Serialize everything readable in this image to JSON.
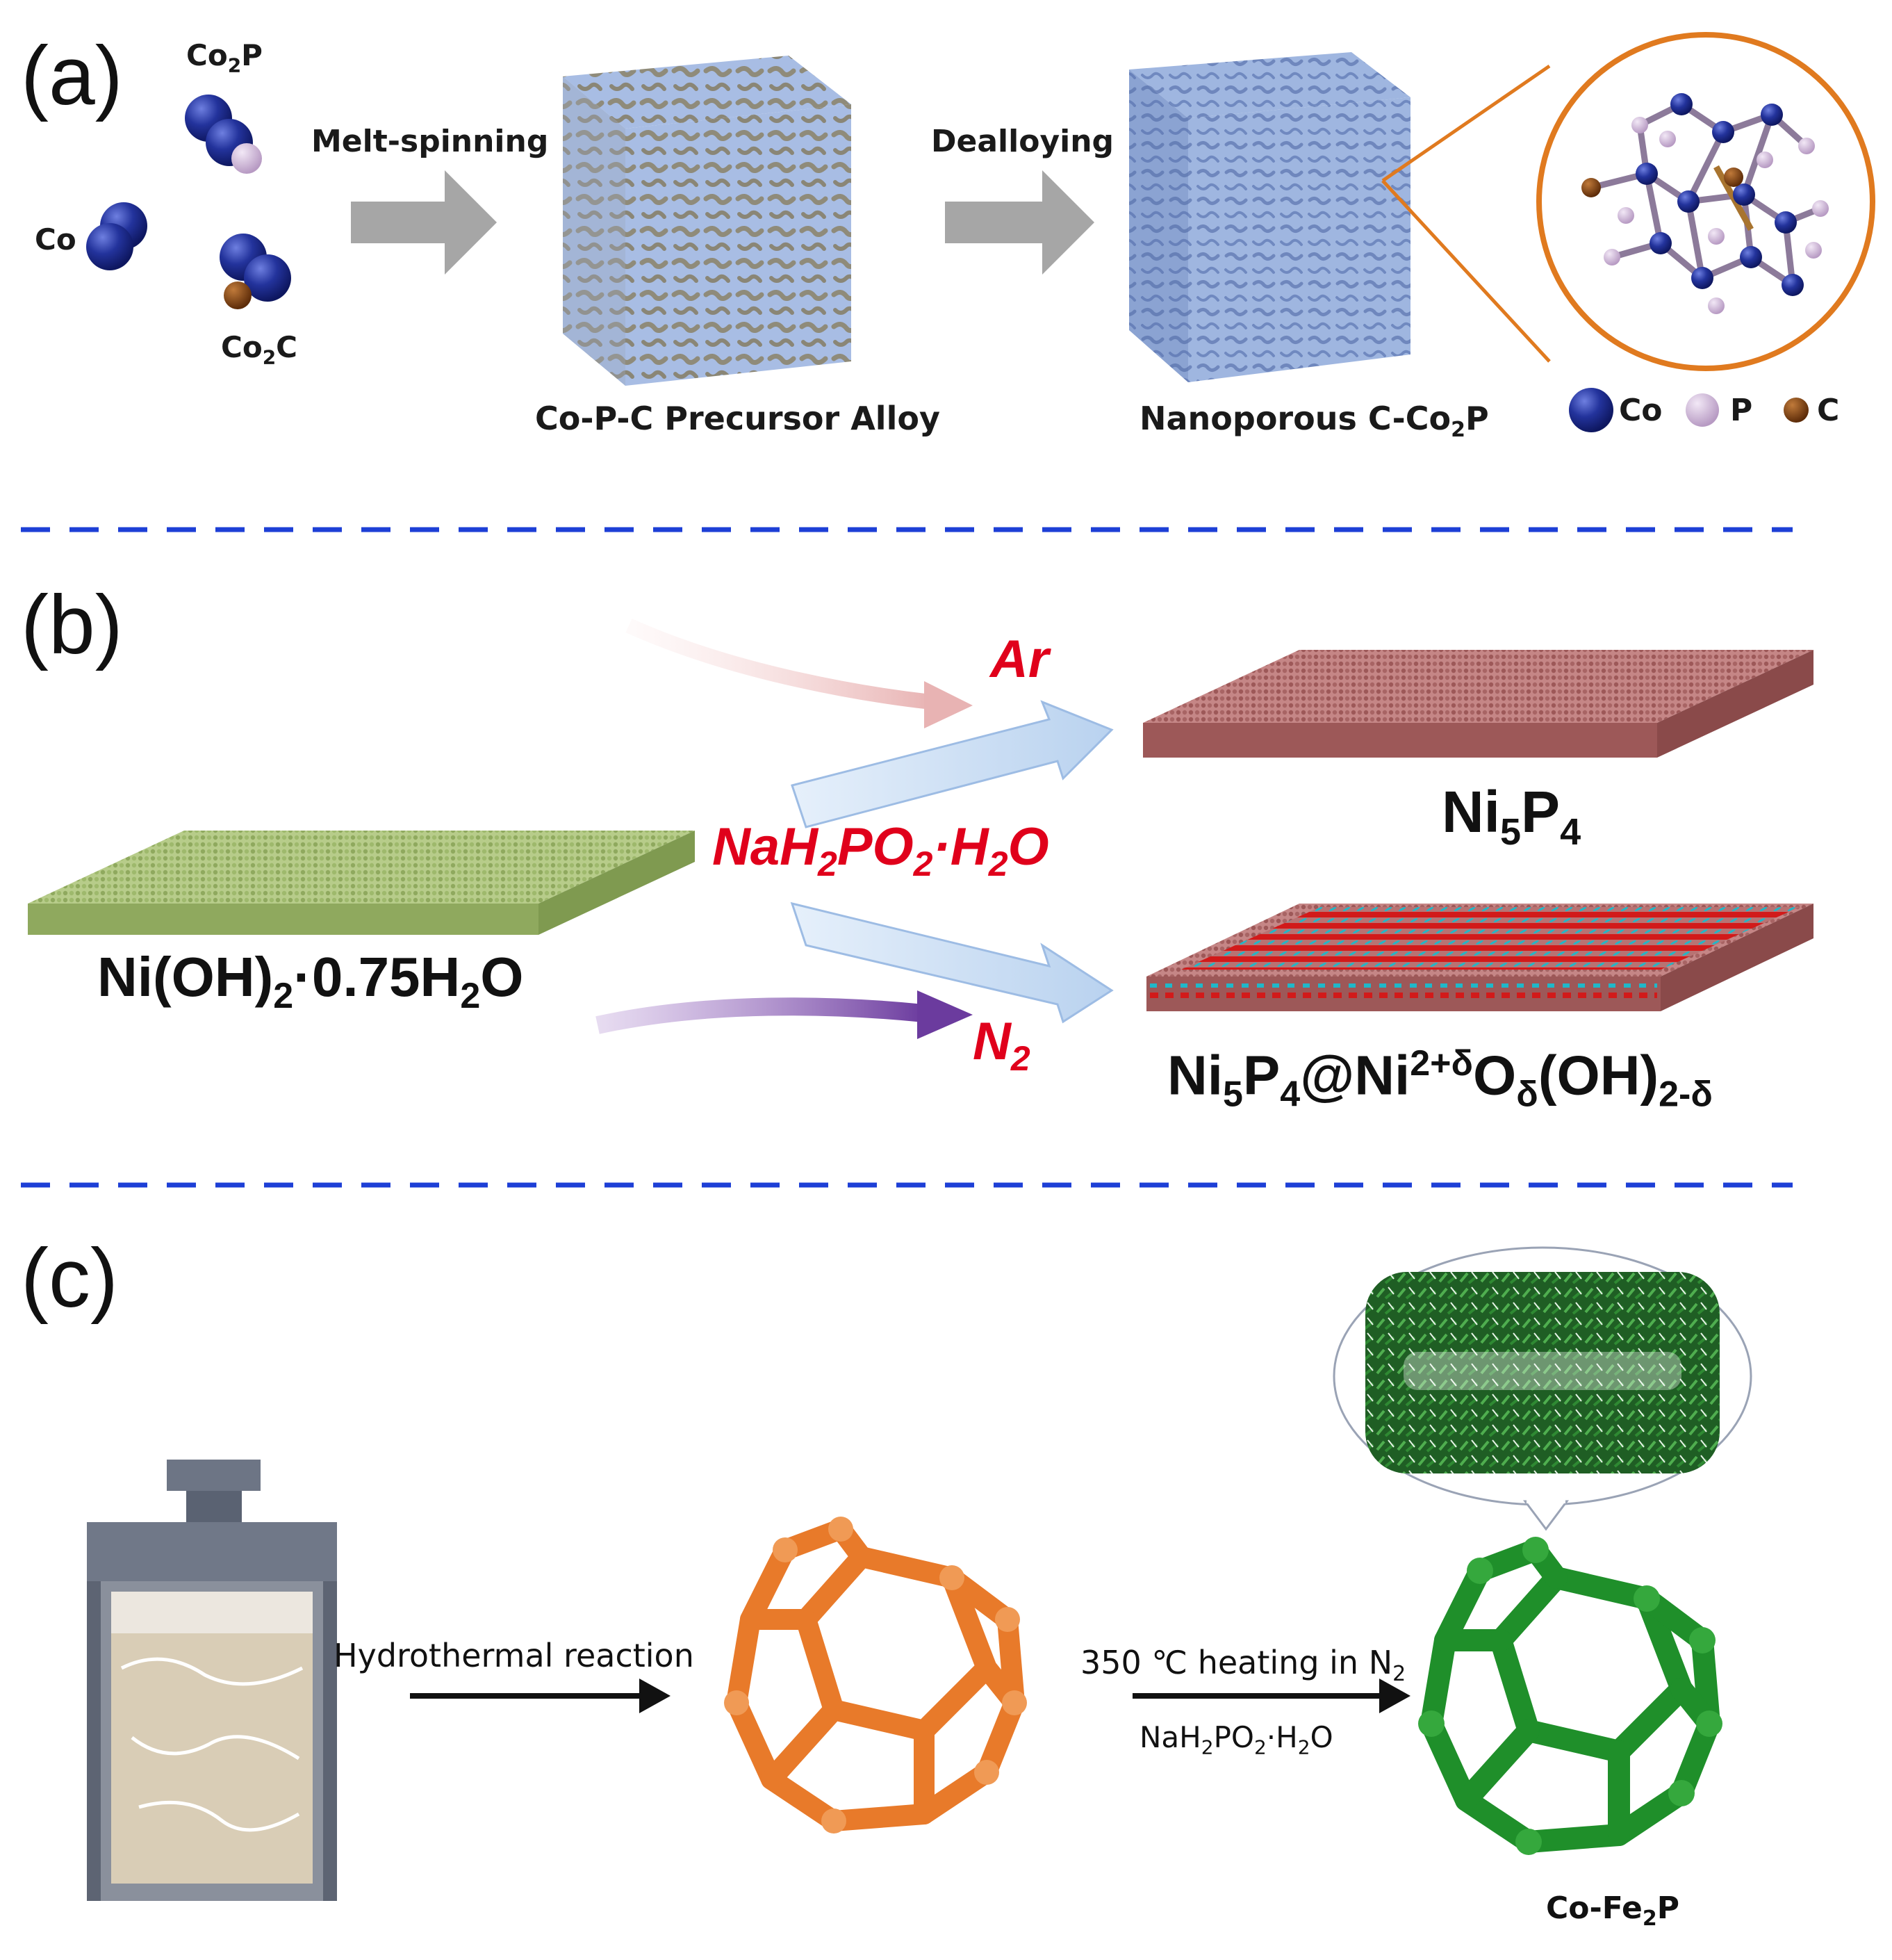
{
  "panel_a": {
    "letter": "(a)",
    "co2p": {
      "base": "Co",
      "sub": "2",
      "tail": "P"
    },
    "co": "Co",
    "co2c": {
      "base": "Co",
      "sub": "2",
      "tail": "C"
    },
    "step1": "Melt-spinning",
    "step2": "Dealloying",
    "precursor": "Co-P-C Precursor Alloy",
    "product": {
      "base": "Nanoporous C-Co",
      "sub": "2",
      "tail": "P"
    },
    "legend": {
      "co": "Co",
      "p": "P",
      "c": "C"
    },
    "colors": {
      "co": "#1f2f8f",
      "p": "#c9b3d1",
      "c": "#7a3b10",
      "cube": "#9bb3df",
      "ring": "#e07a1f"
    }
  },
  "panel_b": {
    "letter": "(b)",
    "start": {
      "a": "Ni(OH)",
      "s1": "2",
      "b": "·0.75H",
      "s2": "2",
      "c": "O"
    },
    "ar": "Ar",
    "reagent": {
      "a": "NaH",
      "s1": "2",
      "b": "PO",
      "s2": "2",
      "c": "·H",
      "s3": "2",
      "d": "O"
    },
    "n2": {
      "a": "N",
      "s": "2"
    },
    "prod1": {
      "a": "Ni",
      "s1": "5",
      "b": "P",
      "s2": "4"
    },
    "prod2": {
      "a": "Ni",
      "s1": "5",
      "b": "P",
      "s2": "4",
      "c": "@Ni",
      "sup": "2+δ",
      "d": "O",
      "s3": "δ",
      "e": "(OH)",
      "s4": "2-δ"
    },
    "colors": {
      "green_sheet": "#a9c07a",
      "pink_sheet": "#b06b6b",
      "red_text": "#e0001b"
    }
  },
  "panel_c": {
    "letter": "(c)",
    "step1": "Hydrothermal reaction",
    "step2": {
      "a": "350 ℃ heating in N",
      "s": "2"
    },
    "reagent": {
      "a": "NaH",
      "s1": "2",
      "b": "PO",
      "s2": "2",
      "c": "·H",
      "s3": "2",
      "d": "O"
    },
    "product": {
      "a": "Co-Fe",
      "s": "2",
      "b": "P"
    },
    "colors": {
      "orange": "#e87a2a",
      "green": "#1f8f2a"
    }
  }
}
